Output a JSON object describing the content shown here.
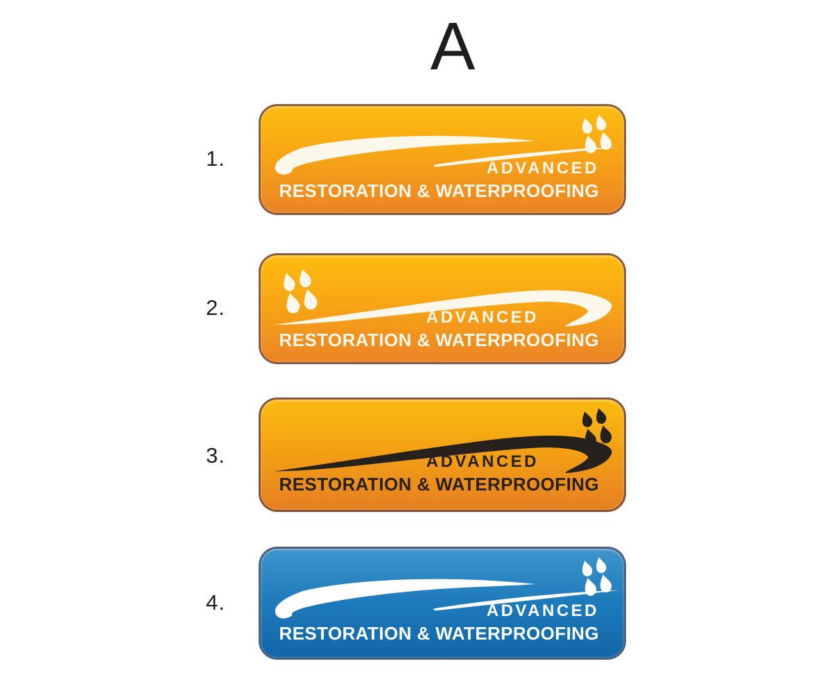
{
  "page": {
    "background": "#FFFFFF",
    "heading_letter": "A"
  },
  "icons": {
    "drops": "water-drops-icon",
    "swoosh": "wave-swoosh-icon"
  },
  "concepts": [
    {
      "number": "1.",
      "line1": "ADVANCED",
      "line2": "RESTORATION & WATERPROOFING",
      "variant": "orange gradient, white artwork, drops top-right, swoosh hook at left",
      "colors": {
        "bg_top": "#FCBC0F",
        "bg_mid": "#F7A415",
        "bg_bottom": "#EB8426",
        "border": "#8A5C41",
        "ink": "#FCF7EB"
      }
    },
    {
      "number": "2.",
      "line1": "ADVANCED",
      "line2": "RESTORATION & WATERPROOFING",
      "variant": "orange gradient, white artwork, drops top-left, swoosh hook at right",
      "colors": {
        "bg_top": "#FCBC0F",
        "bg_mid": "#F7A415",
        "bg_bottom": "#EB8426",
        "border": "#8A5C41",
        "ink": "#FCF7EB"
      }
    },
    {
      "number": "3.",
      "line1": "ADVANCED",
      "line2": "RESTORATION & WATERPROOFING",
      "variant": "orange gradient, black artwork, drops top-right, swoosh hook at right",
      "colors": {
        "bg_top": "#FABB10",
        "bg_mid": "#F3A014",
        "bg_bottom": "#E67F21",
        "border": "#84553C",
        "ink": "#27211E"
      }
    },
    {
      "number": "4.",
      "line1": "ADVANCED",
      "line2": "RESTORATION & WATERPROOFING",
      "variant": "blue gradient, white artwork, drops top-right, swoosh hook at left",
      "colors": {
        "bg_top": "#3D95CC",
        "bg_mid": "#1E7BBB",
        "bg_bottom": "#1166A8",
        "border": "#4E5F80",
        "ink": "#FFFFFF"
      }
    }
  ]
}
